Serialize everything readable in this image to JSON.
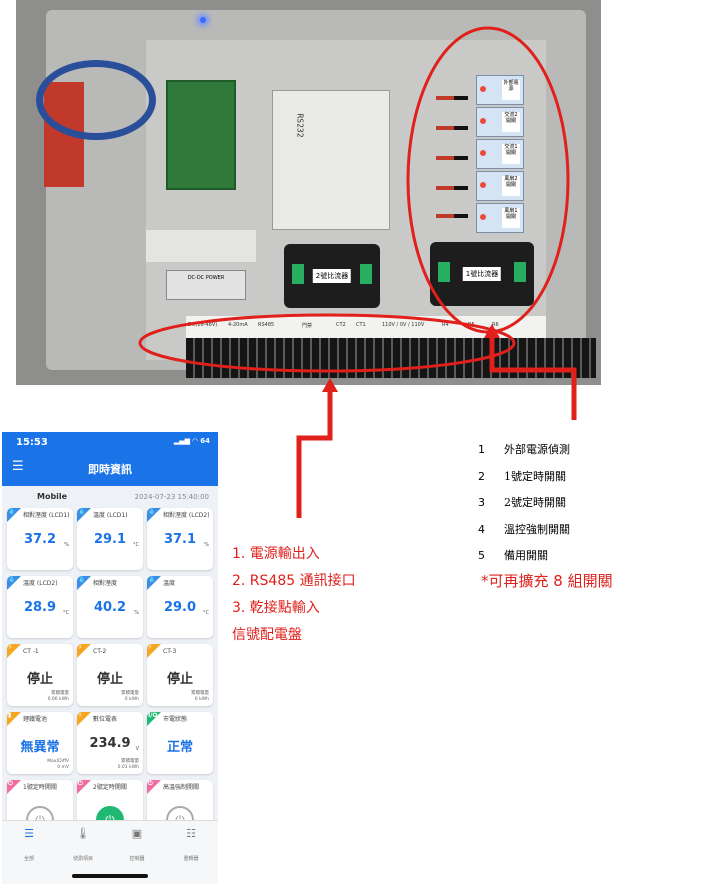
{
  "photo": {
    "relay_tags": [
      "外部電源",
      "交流2開關",
      "交流1開關",
      "風扇2開關",
      "風扇1開關"
    ],
    "ct_box_labels": [
      "2號比流器",
      "1號比流器"
    ],
    "relay_board_label": "RS232",
    "dcdc_label": "DC-DC POWER",
    "terminal_labels": [
      "DC(18-48V)",
      "4-20mA",
      "RS485",
      "門禁",
      "CT2",
      "CT1",
      "110V / 0V / 110V",
      "R4",
      "R5",
      "R6"
    ]
  },
  "phone": {
    "time": "15:53",
    "signal": "▂▄▆ ◠ 64",
    "title": "即時資訊",
    "menu_icon": "menu-icon",
    "device_name": "Mobile",
    "timestamp": "2024-07-23 15:40:00",
    "cards": [
      {
        "label": "相對溼度 (LCD1)",
        "value": "37.2",
        "unit": "%",
        "color": "#3a8ee6",
        "icon": "💧"
      },
      {
        "label": "溫度 (LCD1)",
        "value": "29.1",
        "unit": "°C",
        "color": "#3a8ee6",
        "icon": "💧"
      },
      {
        "label": "相對溼度 (LCD2)",
        "value": "37.1",
        "unit": "%",
        "color": "#3a8ee6",
        "icon": "💧"
      },
      {
        "label": "溫度 (LCD2)",
        "value": "28.9",
        "unit": "°C",
        "color": "#3a8ee6",
        "icon": "💧"
      },
      {
        "label": "相對溼度",
        "value": "40.2",
        "unit": "%",
        "color": "#3a8ee6",
        "icon": "💧"
      },
      {
        "label": "溫度",
        "value": "29.0",
        "unit": "°C",
        "color": "#3a8ee6",
        "icon": "💧"
      },
      {
        "label": "CT -1",
        "value": "停止",
        "sub": "累積電量\n0.06 kWh",
        "color": "#f5a623",
        "icon": "⚡"
      },
      {
        "label": "CT-2",
        "value": "停止",
        "sub": "累積電量\n0 kWh",
        "color": "#f5a623",
        "icon": "⚡"
      },
      {
        "label": "CT-3",
        "value": "停止",
        "sub": "累積電量\n0 kWh",
        "color": "#f5a623",
        "icon": "⚡"
      },
      {
        "label": "鋰鐵電池",
        "value": "無異常",
        "sub": "Max/DiffV\n0 mV",
        "color": "#f5a623",
        "icon": "▮"
      },
      {
        "label": "數位電表",
        "value": "234.9",
        "unit": "V",
        "sub": "累積電量\n0.01 kWh",
        "color": "#f5a623",
        "icon": "⚡"
      },
      {
        "label": "市電狀態",
        "value": "正常",
        "color": "#21b873",
        "icon": "I/O"
      },
      {
        "label": "1號定時開關",
        "color": "#ef6fa0",
        "icon": "⏻",
        "on": false
      },
      {
        "label": "2號定時開關",
        "color": "#ef6fa0",
        "icon": "⏻",
        "on": true
      },
      {
        "label": "高溫強制開關",
        "color": "#ef6fa0",
        "icon": "⏻",
        "on": false
      }
    ],
    "nav": [
      {
        "label": "全部",
        "icon": "list-icon"
      },
      {
        "label": "偵測項目",
        "icon": "thermometer-icon"
      },
      {
        "label": "控制器",
        "icon": "controller-icon"
      },
      {
        "label": "重轉器",
        "icon": "sliders-icon"
      }
    ],
    "power_glyph": "⏻"
  },
  "left_list": [
    "1. 電源輸出入",
    "2. RS485 通訊接口",
    "3. 乾接點輸入",
    "信號配電盤"
  ],
  "right_list": [
    {
      "num": "1",
      "text": "外部電源偵測"
    },
    {
      "num": "2",
      "text": "1號定時開關"
    },
    {
      "num": "3",
      "text": "2號定時開關"
    },
    {
      "num": "4",
      "text": "溫控強制開關"
    },
    {
      "num": "5",
      "text": "備用開關"
    }
  ],
  "note": "*可再擴充 8 組開關",
  "colors": {
    "annotation_red": "#e0201b",
    "app_blue": "#1b73e8"
  }
}
